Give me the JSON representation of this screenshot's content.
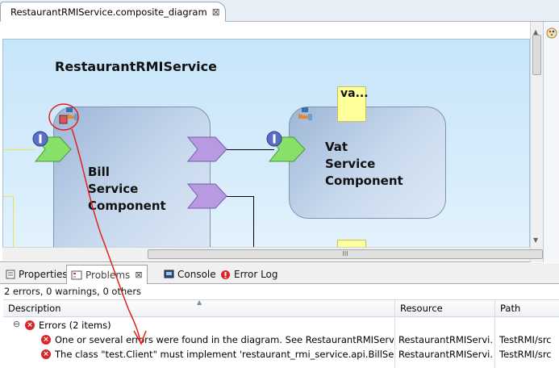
{
  "editor": {
    "tab_title": "RestaurantRMIService.composite_diagram",
    "tab_close": "⊠",
    "composite_title": "RestaurantRMIService",
    "components": [
      {
        "lines": [
          "Bill",
          "Service",
          "Component"
        ]
      },
      {
        "lines": [
          "Vat",
          "Service",
          "Component"
        ]
      }
    ],
    "property_label": "va...",
    "scroll_grip": "III"
  },
  "panel": {
    "tabs": [
      {
        "label": "Properties",
        "icon": "properties-icon"
      },
      {
        "label": "Problems",
        "icon": "problems-icon",
        "close": "⊠"
      },
      {
        "label": "Console",
        "icon": "console-icon"
      },
      {
        "label": "Error Log",
        "icon": "error-log-icon"
      }
    ],
    "summary": "2 errors, 0 warnings, 0 others",
    "columns": [
      "Description",
      "Resource",
      "Path"
    ],
    "group": {
      "label": "Errors (2 items)",
      "toggle": "⊖"
    },
    "rows": [
      {
        "description": "One or several errors were found in the diagram. See RestaurantRMIService.com",
        "resource": "RestaurantRMIServi...",
        "path": "TestRMI/src"
      },
      {
        "description": "The class \"test.Client\" must implement 'restaurant_rmi_service.api.BillService'.",
        "resource": "RestaurantRMIServi...",
        "path": "TestRMI/src"
      }
    ]
  },
  "colors": {
    "accent_error": "#d8262b",
    "service_green": "#86e06a",
    "reference_purple": "#b79ae0",
    "canvas_blue": "#c7e5fa",
    "annotation_red": "#e02020"
  }
}
